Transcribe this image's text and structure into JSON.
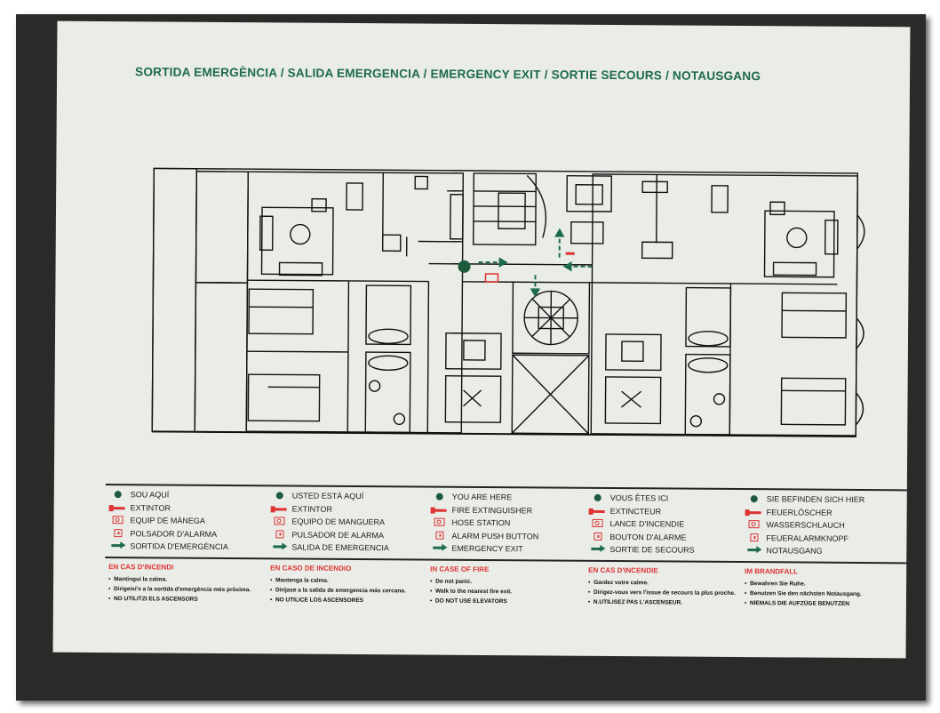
{
  "title": "SORTIDA EMERGÈNCIA / SALIDA EMERGENCIA / EMERGENCY EXIT / SORTIE SECOURS / NOTAUSGANG",
  "colors": {
    "green": "#1d6b49",
    "red": "#d33333",
    "plan_line": "#111111",
    "card": "#e9ece7",
    "frame": "#2b2a29"
  },
  "legend": [
    {
      "items": [
        "SOU AQUÍ",
        "EXTINTOR",
        "EQUIP DE MÀNEGA",
        "POLSADOR D'ALARMA",
        "SORTIDA D'EMERGÈNCIA"
      ]
    },
    {
      "items": [
        "USTED ESTÁ AQUÍ",
        "EXTINTOR",
        "EQUIPO DE MANGUERA",
        "PULSADOR DE ALARMA",
        "SALIDA DE EMERGENCIA"
      ]
    },
    {
      "items": [
        "YOU ARE HERE",
        "FIRE EXTINGUISHER",
        "HOSE STATION",
        "ALARM PUSH BUTTON",
        "EMERGENCY EXIT"
      ]
    },
    {
      "items": [
        "VOUS ÊTES ICI",
        "EXTINCTEUR",
        "LANCE D'INCENDIE",
        "BOUTON D'ALARME",
        "SORTIE DE SECOURS"
      ]
    },
    {
      "items": [
        "SIE BEFINDEN SICH HIER",
        "FEUERLÖSCHER",
        "WASSERSCHLAUCH",
        "FEUERALARMKNOPF",
        "NOTAUSGANG"
      ]
    }
  ],
  "legend_icons": [
    "you-are-here-dot",
    "fire-extinguisher-icon",
    "hose-station-icon",
    "alarm-button-icon",
    "exit-arrow-icon"
  ],
  "fire": [
    {
      "title": "EN CAS D'INCENDI",
      "items": [
        "Mantingui la calma.",
        "Dirigeixi's a la sortida d'emergència més pròxima.",
        "NO UTILITZI ELS ASCENSORS"
      ]
    },
    {
      "title": "EN CASO DE INCENDIO",
      "items": [
        "Mantenga la calma.",
        "Diríjase a la salida de emergencia más cercana.",
        "NO UTILICE LOS ASCENSORES"
      ]
    },
    {
      "title": "IN CASE OF FIRE",
      "items": [
        "Do not panic.",
        "Walk to the nearest fire exit.",
        "DO NOT USE ELEVATORS"
      ]
    },
    {
      "title": "EN CAS D'INCENDIE",
      "items": [
        "Gardez votre calme.",
        "Dirigez-vous vers l'issue de secours la plus proche.",
        "N.UTILISEZ PAS L'ASCENSEUR."
      ]
    },
    {
      "title": "IM BRANDFALL",
      "items": [
        "Bewahren Sie Ruhe.",
        "Benutzen Sie den nächsten Notausgang.",
        "NIEMALS DIE AUFZÜGE BENUTZEN"
      ]
    }
  ]
}
